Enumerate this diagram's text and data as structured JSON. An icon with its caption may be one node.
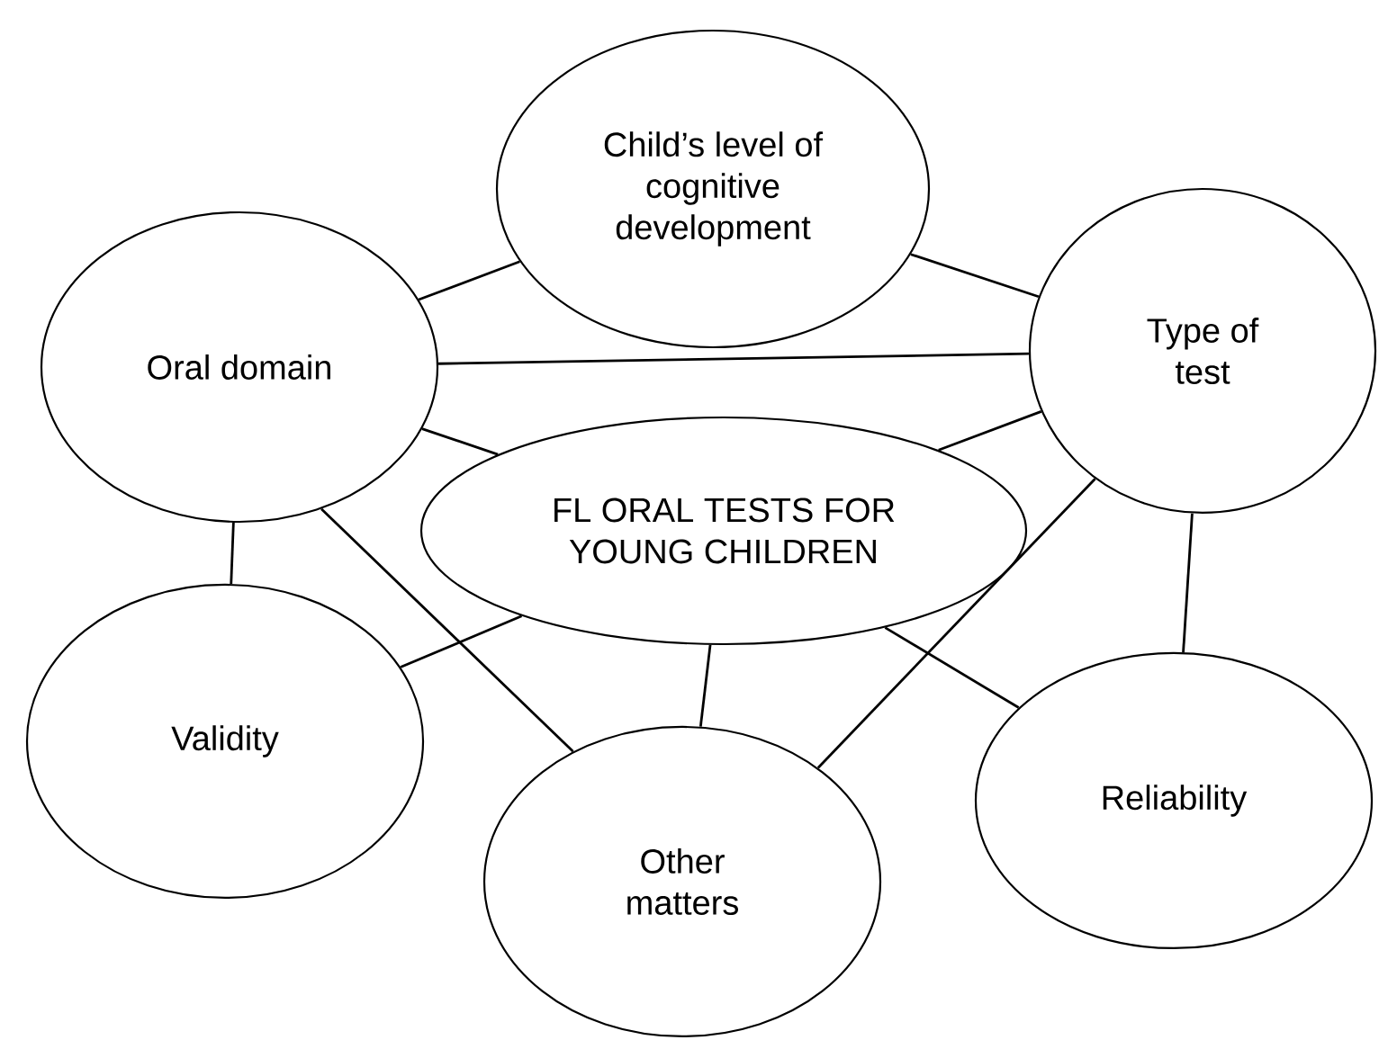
{
  "diagram": {
    "nodes": [
      {
        "text": [
          "Child’s level of cognitive development"
        ]
      },
      {
        "text": [
          "Oral domain"
        ]
      },
      {
        "text": [
          "Type of test"
        ]
      },
      {
        "text": [
          "FL ORAL TESTS FOR YOUNG CHILDREN"
        ]
      },
      {
        "text": [
          "Validity"
        ]
      },
      {
        "text": [
          "Other matters"
        ]
      },
      {
        "text": [
          "Reliability"
        ]
      }
    ],
    "edges": [
      {
        "from": 0,
        "to": 1,
        "arrow": "none"
      },
      {
        "from": 0,
        "to": 2,
        "arrow": "none"
      },
      {
        "from": 1,
        "to": 2,
        "arrow": "none"
      },
      {
        "from": 1,
        "to": 3,
        "arrow": "none"
      },
      {
        "from": 2,
        "to": 3,
        "arrow": "none"
      },
      {
        "from": 1,
        "to": 4,
        "arrow": "none"
      },
      {
        "from": 1,
        "to": 5,
        "arrow": "none"
      },
      {
        "from": 4,
        "to": 3,
        "arrow": "none"
      },
      {
        "from": 3,
        "to": 5,
        "arrow": "none"
      },
      {
        "from": 3,
        "to": 6,
        "arrow": "none"
      },
      {
        "from": 2,
        "to": 5,
        "arrow": "none"
      },
      {
        "from": 2,
        "to": 6,
        "arrow": "none"
      }
    ]
  }
}
